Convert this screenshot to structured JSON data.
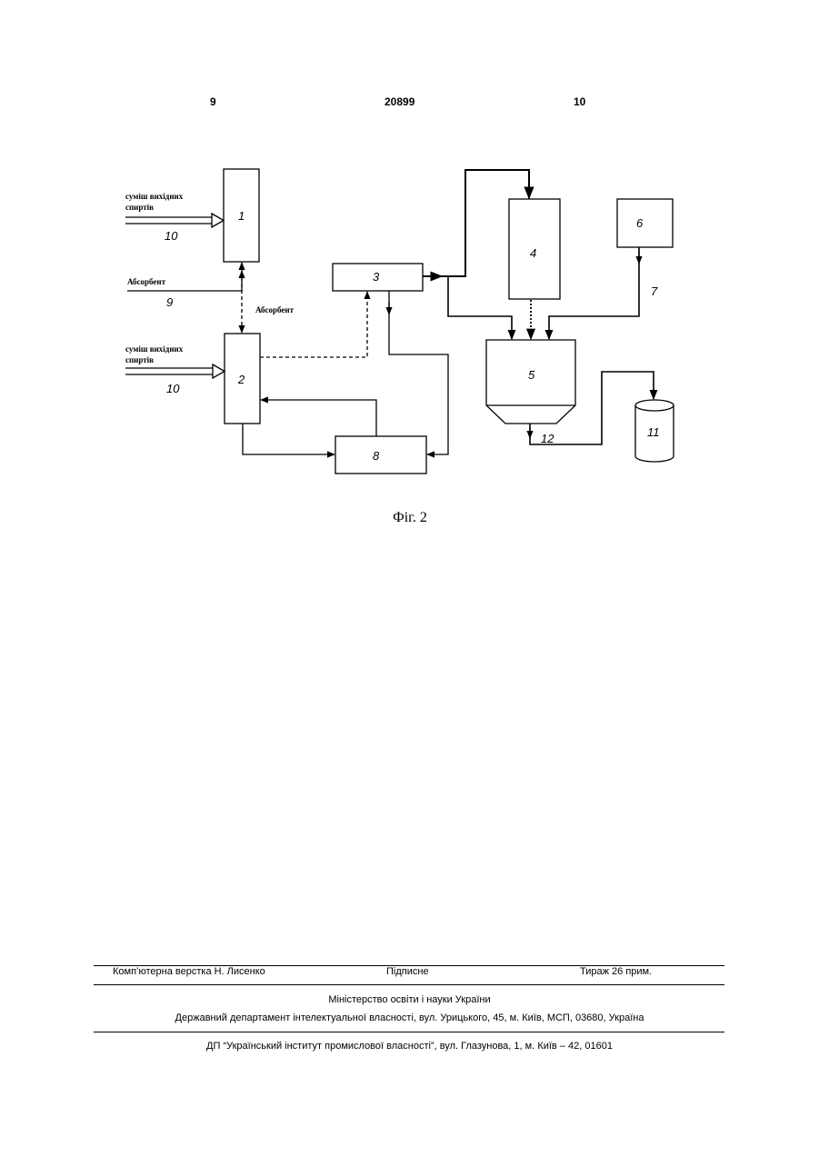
{
  "header": {
    "page_left": "9",
    "patent_number": "20899",
    "page_right": "10"
  },
  "figure": {
    "caption": "Фіг. 2",
    "blocks": [
      "1",
      "2",
      "3",
      "4",
      "5",
      "6",
      "8"
    ],
    "tank_label": "11",
    "labels": {
      "mix_1_line1": "суміш вихідних",
      "mix_1_line2": "спиртів",
      "mix_2_line1": "суміш вихідних",
      "mix_2_line2": "спиртів",
      "absorbent_left": "Абсорбент",
      "absorbent_mid": "Абсорбент"
    },
    "flow_numbers": {
      "n10_top": "10",
      "n9": "9",
      "n10_bottom": "10",
      "n7": "7",
      "n12": "12"
    }
  },
  "footer": {
    "layout": "Комп’ютерна верстка Н. Лисенко",
    "signed": "Підписне",
    "print_run": "Тираж 26 прим.",
    "ministry": "Міністерство освіти і науки України",
    "department": "Державний департамент інтелектуальної власності, вул. Урицького, 45, м. Київ, МСП, 03680, Україна",
    "institute": "ДП “Український інститут промислової власності”, вул. Глазунова, 1, м. Київ – 42, 01601"
  }
}
